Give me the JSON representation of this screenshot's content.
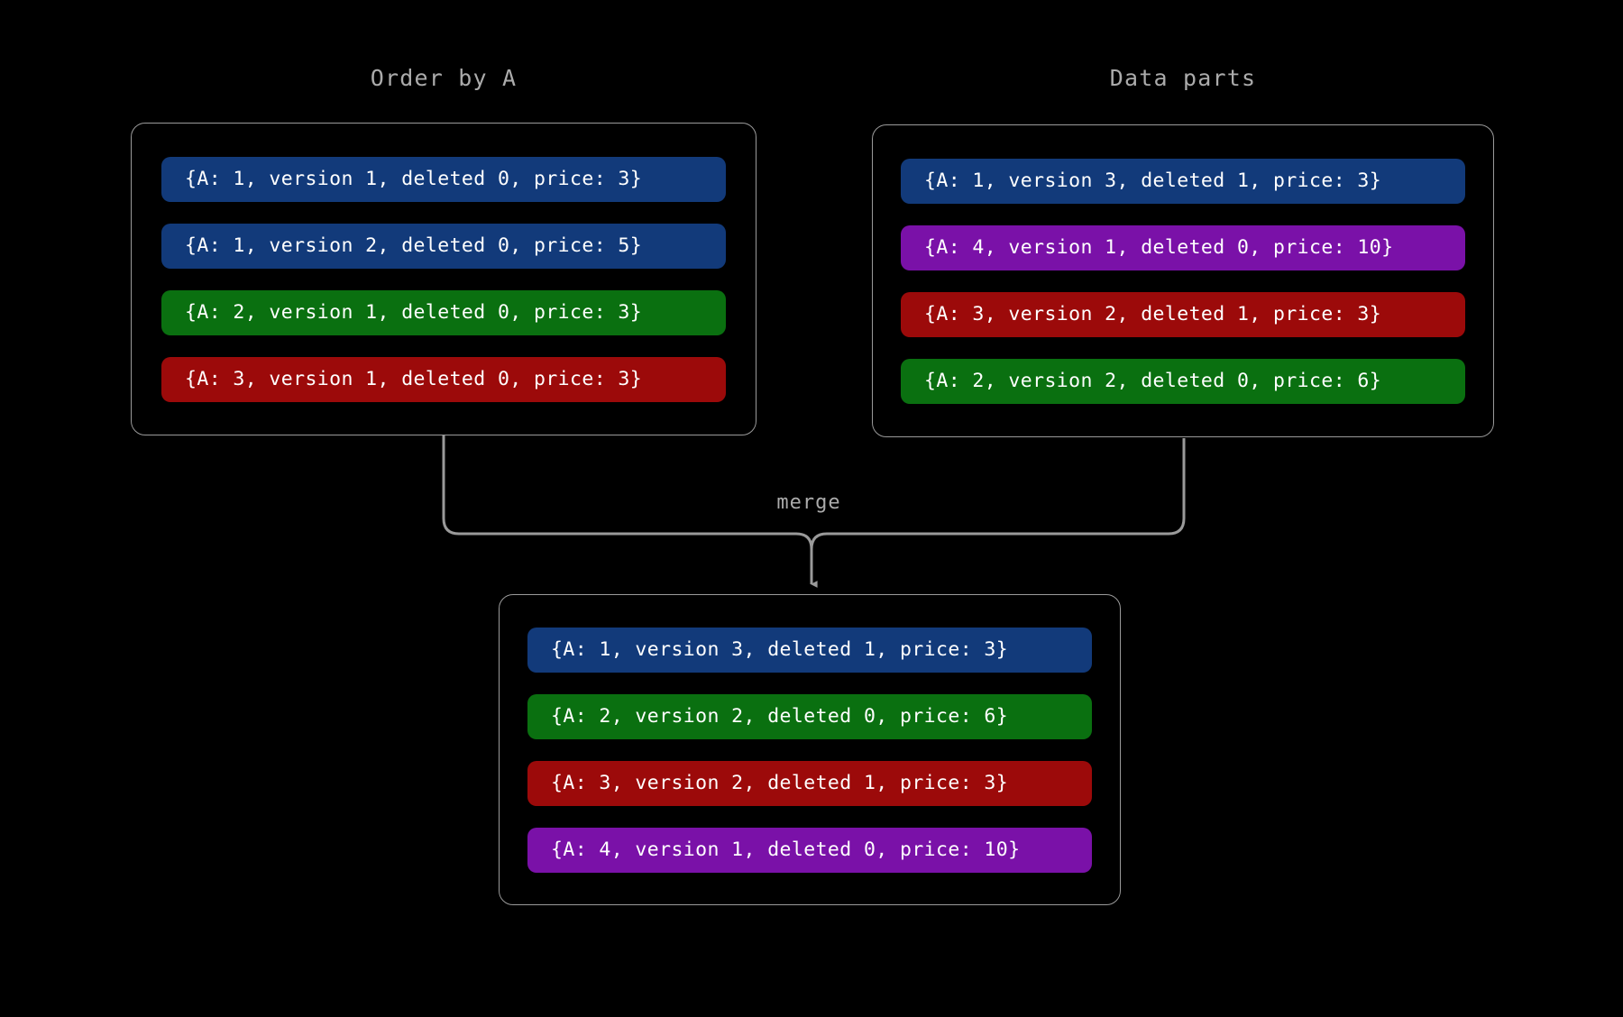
{
  "diagram": {
    "background_color": "#000000",
    "line_color": "#9a9a9a",
    "label_color": "#ababab",
    "merge_label": "merge"
  },
  "palette": {
    "blue": "#123a7a",
    "green": "#0a7010",
    "red": "#9c0a0a",
    "purple": "#7a11a8"
  },
  "panels": {
    "order_by_a": {
      "title": "Order by A",
      "rows": [
        {
          "text": "{A: 1, version 1, deleted 0, price: 3}",
          "color": "#123a7a",
          "key": 1,
          "version": 1,
          "deleted": 0,
          "price": 3
        },
        {
          "text": "{A: 1, version 2, deleted 0, price: 5}",
          "color": "#123a7a",
          "key": 1,
          "version": 2,
          "deleted": 0,
          "price": 5
        },
        {
          "text": "{A: 2, version 1, deleted 0, price: 3}",
          "color": "#0a7010",
          "key": 2,
          "version": 1,
          "deleted": 0,
          "price": 3
        },
        {
          "text": "{A: 3, version 1, deleted 0, price: 3}",
          "color": "#9c0a0a",
          "key": 3,
          "version": 1,
          "deleted": 0,
          "price": 3
        }
      ]
    },
    "data_parts": {
      "title": "Data parts",
      "rows": [
        {
          "text": "{A: 1, version 3, deleted 1, price: 3}",
          "color": "#123a7a",
          "key": 1,
          "version": 3,
          "deleted": 1,
          "price": 3
        },
        {
          "text": "{A: 4, version 1, deleted 0, price: 10}",
          "color": "#7a11a8",
          "key": 4,
          "version": 1,
          "deleted": 0,
          "price": 10
        },
        {
          "text": "{A: 3, version 2, deleted 1, price: 3}",
          "color": "#9c0a0a",
          "key": 3,
          "version": 2,
          "deleted": 1,
          "price": 3
        },
        {
          "text": "{A: 2, version 2, deleted 0, price: 6}",
          "color": "#0a7010",
          "key": 2,
          "version": 2,
          "deleted": 0,
          "price": 6
        }
      ]
    },
    "merged": {
      "title": "",
      "rows": [
        {
          "text": "{A: 1, version 3, deleted 1, price: 3}",
          "color": "#123a7a",
          "key": 1,
          "version": 3,
          "deleted": 1,
          "price": 3
        },
        {
          "text": "{A: 2, version 2, deleted 0, price: 6}",
          "color": "#0a7010",
          "key": 2,
          "version": 2,
          "deleted": 0,
          "price": 6
        },
        {
          "text": "{A: 3, version 2, deleted 1, price: 3}",
          "color": "#9c0a0a",
          "key": 3,
          "version": 2,
          "deleted": 1,
          "price": 3
        },
        {
          "text": "{A: 4, version 1, deleted 0, price: 10}",
          "color": "#7a11a8",
          "key": 4,
          "version": 1,
          "deleted": 0,
          "price": 10
        }
      ]
    }
  }
}
